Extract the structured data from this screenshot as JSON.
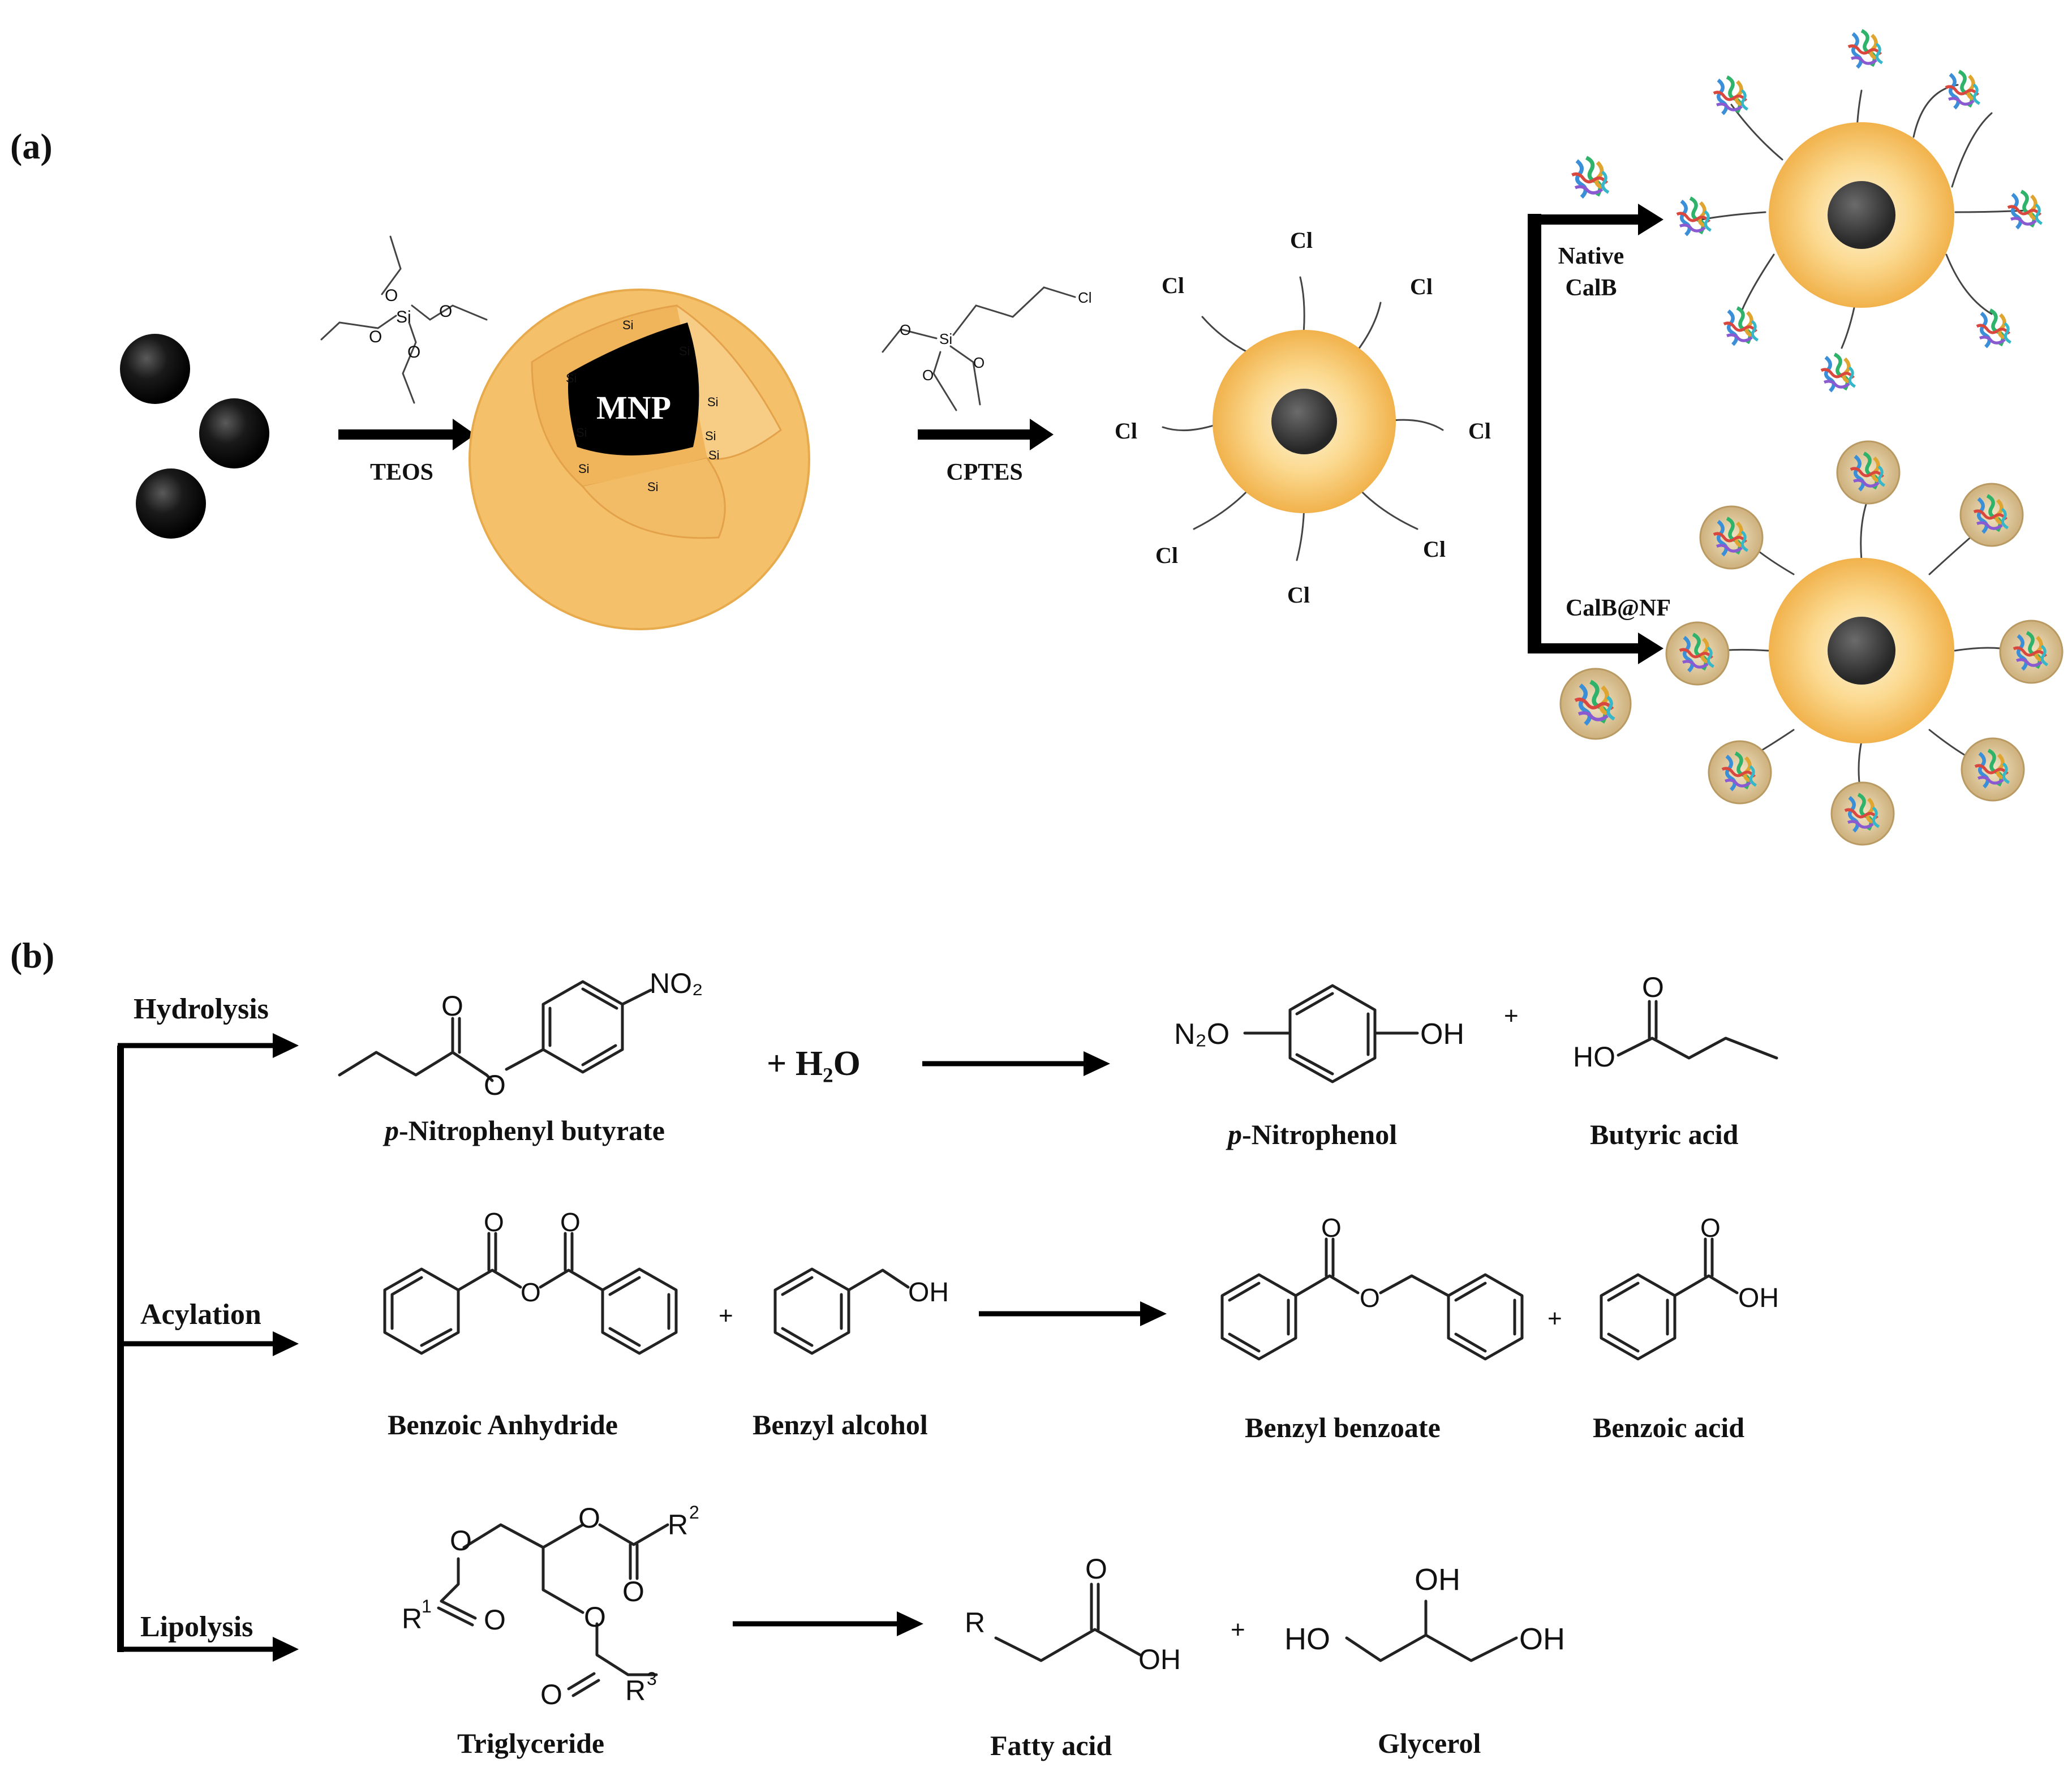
{
  "panel_a": {
    "label": "(a)",
    "steps": {
      "teos": "TEOS",
      "cptes": "CPTES",
      "native": [
        "Native",
        "CalB"
      ],
      "nf": "CalB@NF"
    },
    "core_label": "MNP",
    "si": "Si",
    "cl": "Cl",
    "teos_o": "O",
    "colors": {
      "core": "#0a0a0a",
      "shell": "#f7c46c",
      "shell_edge": "#e9a94a",
      "flower": "#d9c39a"
    }
  },
  "panel_b": {
    "label": "(b)",
    "reactions": {
      "hydrolysis": {
        "name": "Hydrolysis",
        "reagent": "+ H₂O",
        "substrate": {
          "italic": "p",
          "rest": "-Nitrophenyl butyrate"
        },
        "product1": {
          "italic": "p",
          "rest": "-Nitrophenol"
        },
        "product2": "Butyric acid",
        "atoms": {
          "no2": "NO₂",
          "n2o": "N₂O",
          "oh": "OH",
          "ho": "HO",
          "o": "O",
          "plus": "+"
        }
      },
      "acylation": {
        "name": "Acylation",
        "substrate1": "Benzoic Anhydride",
        "substrate2": "Benzyl alcohol",
        "product1": "Benzyl benzoate",
        "product2": "Benzoic acid",
        "atoms": {
          "o": "O",
          "oh": "OH",
          "plus": "+"
        }
      },
      "lipolysis": {
        "name": "Lipolysis",
        "substrate": "Triglyceride",
        "product1": "Fatty acid",
        "product2": "Glycerol",
        "atoms": {
          "o": "O",
          "r1": "R",
          "r2": "R",
          "r3": "R",
          "s1": "1",
          "s2": "2",
          "s3": "3",
          "r": "R",
          "oh": "OH",
          "ho": "HO",
          "plus": "+"
        }
      }
    }
  }
}
